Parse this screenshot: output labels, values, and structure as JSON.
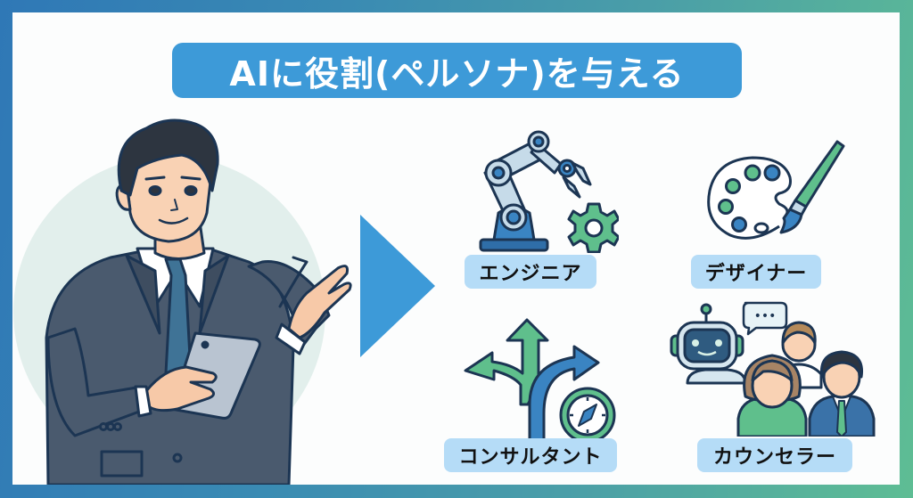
{
  "title": "AIに役割(ペルソナ)を与える",
  "colors": {
    "frame_start": "#2f78b6",
    "frame_end": "#5ebd94",
    "title_bg": "#3d9ad8",
    "label_bg": "#b5dcf7",
    "arrow": "#3d9ad8",
    "circle_bg": "#e2efec",
    "icon_green": "#5fbf8c",
    "icon_blue": "#3a84c2",
    "outline": "#1c3553"
  },
  "presenter": {
    "icon": "businessman-with-tablet-illustration"
  },
  "arrow_icon": "triangle-right-icon",
  "personas": [
    {
      "label": "エンジニア",
      "icon": "robot-arm-gear-icon"
    },
    {
      "label": "デザイナー",
      "icon": "palette-brush-icon"
    },
    {
      "label": "コンサルタント",
      "icon": "crossroads-compass-icon"
    },
    {
      "label": "カウンセラー",
      "icon": "robot-people-chat-icon"
    }
  ],
  "chat_bubble_text": "•••"
}
